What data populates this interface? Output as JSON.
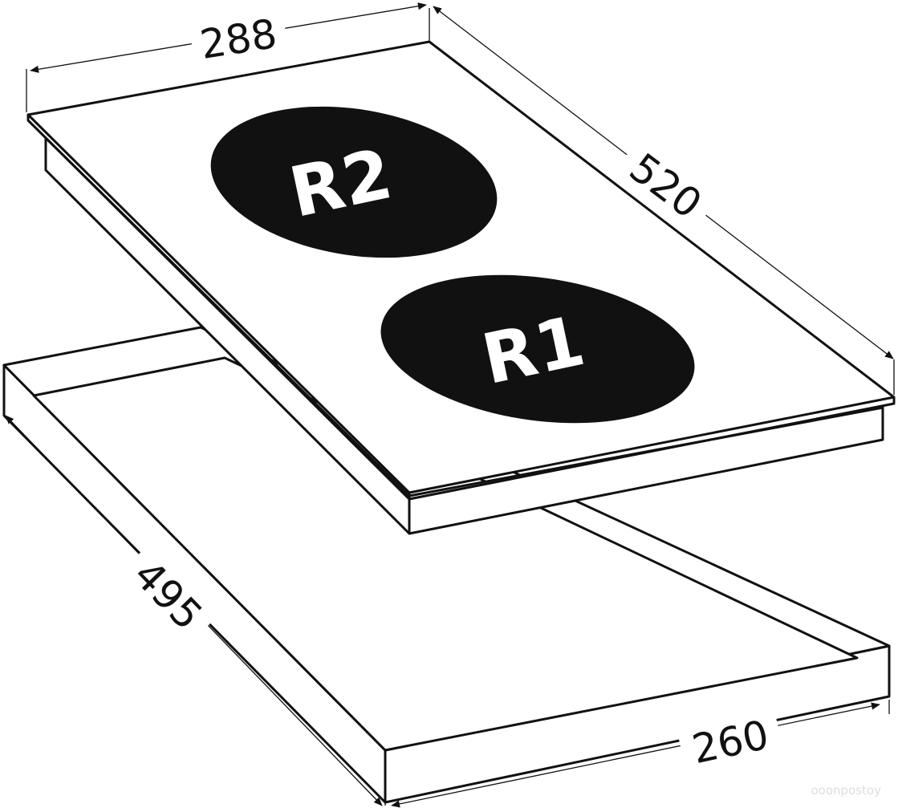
{
  "dimensions": {
    "top_width": "288",
    "top_depth": "520",
    "cutout_depth": "495",
    "cutout_width": "260"
  },
  "zones": {
    "rear": "R2",
    "front": "R1"
  },
  "colors": {
    "line": "#111111",
    "zone_fill": "#111111",
    "zone_text": "#ffffff",
    "background": "#ffffff"
  },
  "watermark": "ooonpostoy"
}
